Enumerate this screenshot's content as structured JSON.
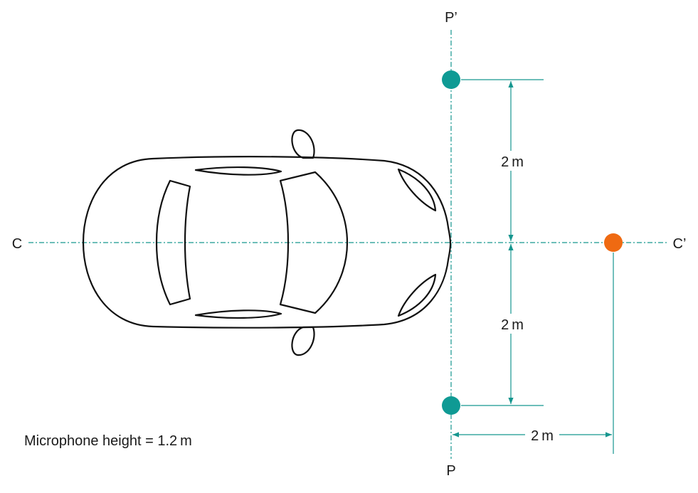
{
  "labels": {
    "p_prime": "P’",
    "p": "P",
    "c": "C",
    "c_prime": "C’"
  },
  "dimensions": {
    "upper": "2 m",
    "lower": "2 m",
    "horizontal": "2 m"
  },
  "note": "Microphone height = 1.2 m",
  "colors": {
    "axis": "#16968f",
    "dimension": "#16968f",
    "microphone_side": "#0f9a94",
    "microphone_front": "#ef6a12",
    "car_outline": "#111111"
  }
}
